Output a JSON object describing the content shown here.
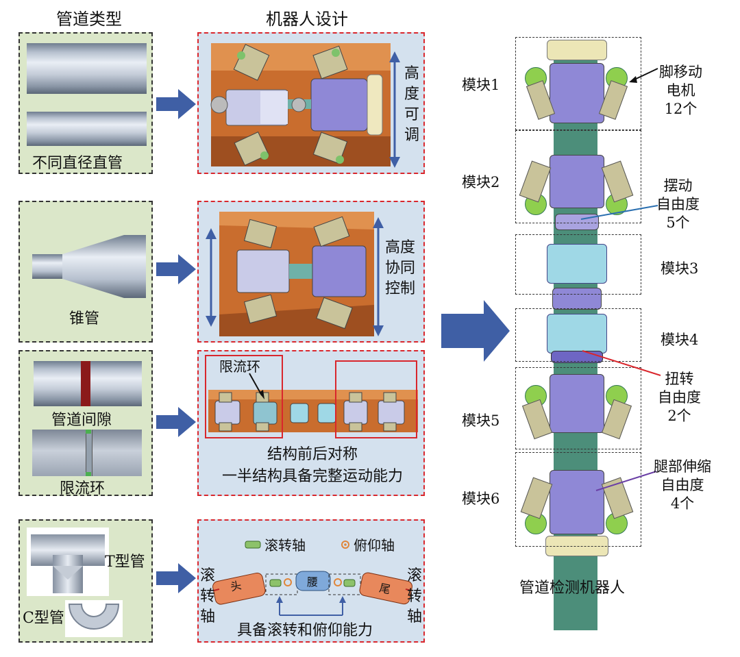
{
  "headers": {
    "pipe_types": "管道类型",
    "robot_design": "机器人设计"
  },
  "pipes": {
    "straight_label": "不同直径直管",
    "cone_label": "锥管",
    "gap_label": "管道间隙",
    "ring_label": "限流环",
    "t_label": "T型管",
    "c_label": "C型管"
  },
  "design": {
    "height_adjustable": [
      "高",
      "度",
      "可",
      "调"
    ],
    "height_coop": [
      "高度",
      "协同",
      "控制"
    ],
    "ring_callout": "限流环",
    "symmetric_line1": "结构前后对称",
    "symmetric_line2": "一半结构具备完整运动能力",
    "legend_roll": "滚转轴",
    "legend_pitch": "俯仰轴",
    "head": "头",
    "waist": "腰",
    "tail": "尾",
    "roll_axis_left": [
      "滚",
      "转",
      "轴"
    ],
    "roll_axis_right": [
      "滚",
      "转",
      "轴"
    ],
    "roll_pitch_caption": "具备滚转和俯仰能力"
  },
  "robot": {
    "modules": [
      "模块1",
      "模块2",
      "模块3",
      "模块4",
      "模块5",
      "模块6"
    ],
    "caption": "管道检测机器人",
    "annotations": {
      "foot_motor": [
        "脚移动",
        "电机",
        "12个"
      ],
      "swing_dof": [
        "摆动",
        "自由度",
        "5个"
      ],
      "twist_dof": [
        "扭转",
        "自由度",
        "2个"
      ],
      "leg_dof": [
        "腿部伸缩",
        "自由度",
        "4个"
      ]
    }
  },
  "colors": {
    "green_panel": "#dbe7c9",
    "blue_panel": "#d4e1ee",
    "arrow": "#3f5fa5",
    "red_dash": "#d9262c",
    "robot_purple": "#8f88d6",
    "robot_cyan": "#9fd8e6"
  }
}
